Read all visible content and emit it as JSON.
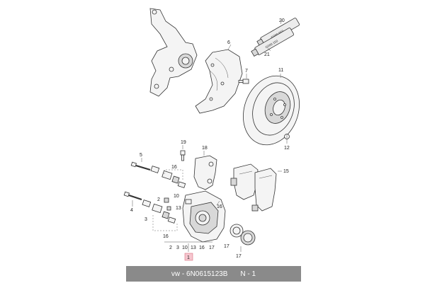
{
  "footer": {
    "part_code": "vw - 6N0615123B",
    "sheet": "N - 1"
  },
  "callouts": {
    "c1": "1",
    "c2": "2",
    "c3": "3",
    "c4": "4",
    "c5": "5",
    "c6": "6",
    "c7": "7",
    "c10": "10",
    "c11": "11",
    "c12": "12",
    "c13": "13",
    "c15": "15",
    "c16a": "16",
    "c16b": "16",
    "c16c": "16",
    "c17a": "17",
    "c17b": "17",
    "c18": "18",
    "c19": "19",
    "c20": "20",
    "c21": "21"
  },
  "tube_labels": {
    "upper": "G000 650",
    "lower": "G000 150"
  },
  "bottom_row": {
    "n2": "2",
    "n3": "3",
    "n10": "10",
    "n13": "13",
    "n16": "16",
    "n17": "17"
  },
  "colors": {
    "highlight": "#f6c6cf",
    "footer_bg": "#8a8a8a"
  }
}
